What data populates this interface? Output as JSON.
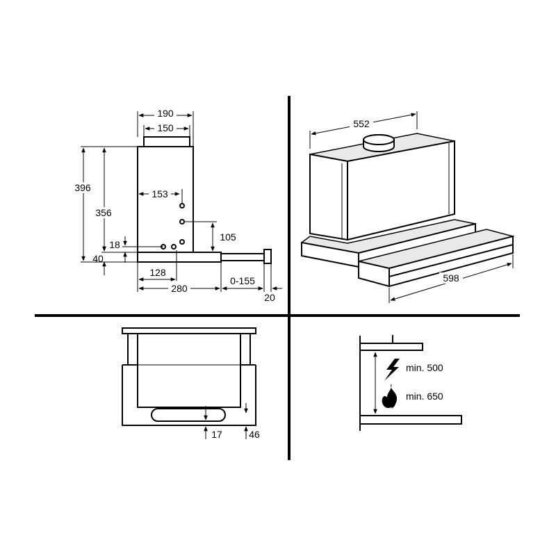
{
  "side_view": {
    "dims": {
      "width_190": "190",
      "width_150": "150",
      "height_396": "396",
      "height_356": "356",
      "offset_153": "153",
      "height_105": "105",
      "height_18": "18",
      "height_40": "40",
      "depth_128": "128",
      "depth_280": "280",
      "ext_0_155": "0-155",
      "ext_20": "20"
    }
  },
  "perspective_view": {
    "dims": {
      "depth_552": "552",
      "width_598": "598"
    }
  },
  "front_view": {
    "dims": {
      "dim_17": "17",
      "dim_46": "46"
    }
  },
  "clearance_view": {
    "electric": "min. 500",
    "gas": "min. 650",
    "icons": [
      "lightning-icon",
      "flame-icon"
    ]
  }
}
